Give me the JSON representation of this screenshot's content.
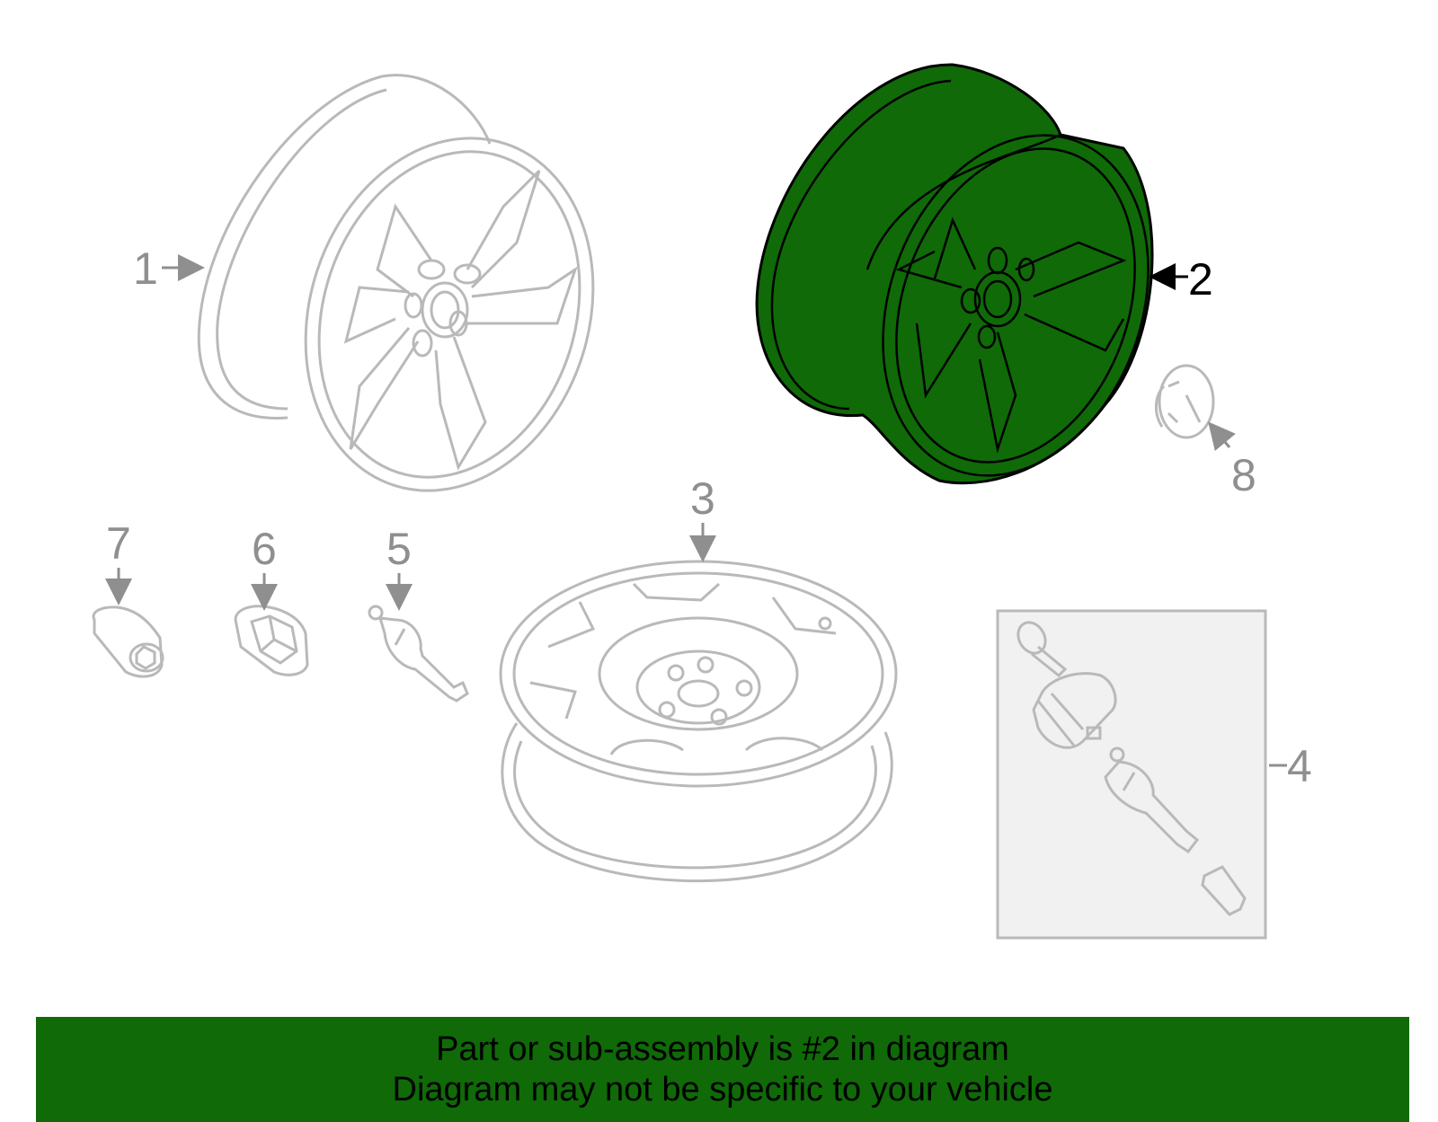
{
  "diagram": {
    "callouts": {
      "c1": "1",
      "c2": "2",
      "c3": "3",
      "c4": "4",
      "c5": "5",
      "c6": "6",
      "c7": "7",
      "c8": "8"
    },
    "highlighted_callout": "2",
    "colors": {
      "highlight": "#0f6a07",
      "outline_gray": "#b9b9b9",
      "label_gray": "#8f8f8f",
      "box_fill": "#f1f1f1"
    }
  },
  "banner": {
    "line1": "Part or sub-assembly is #2 in diagram",
    "line2": "Diagram may not be specific to your vehicle"
  }
}
